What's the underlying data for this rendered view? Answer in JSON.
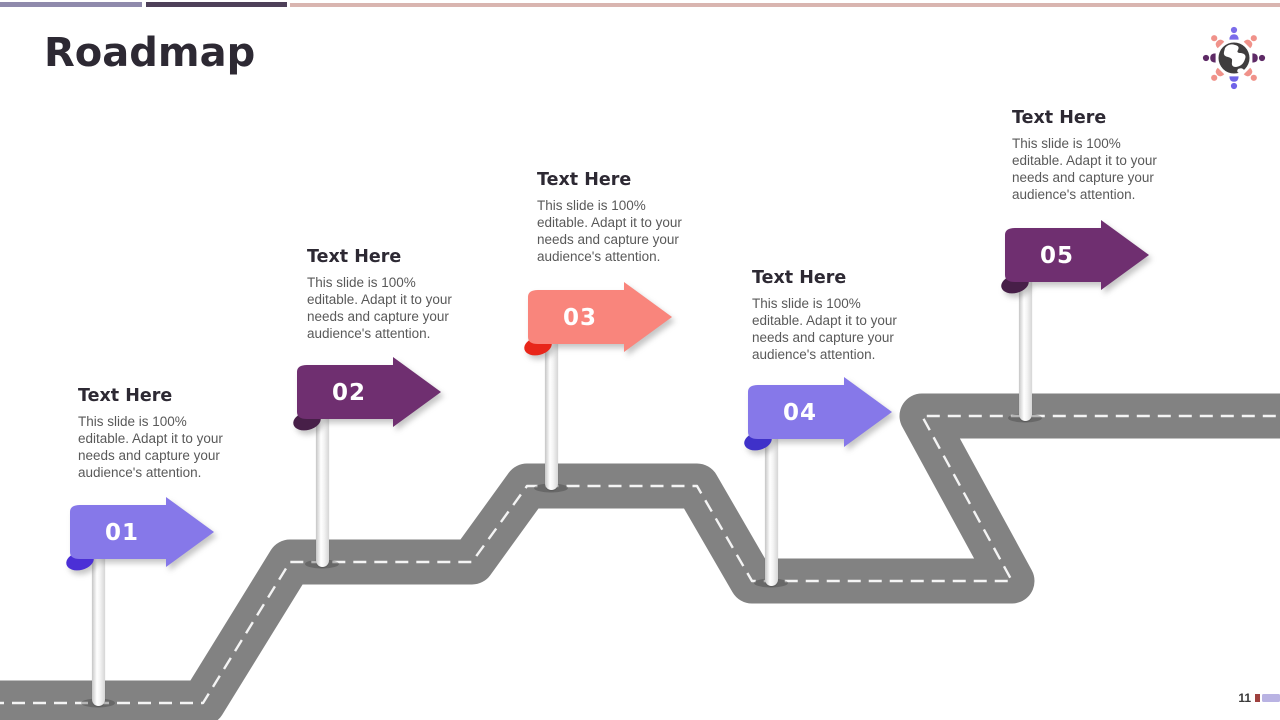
{
  "slide": {
    "title": "Roadmap"
  },
  "top_bars": [
    {
      "name": "muted-purple-bar",
      "color": "#8f8aac"
    },
    {
      "name": "dark-purple-bar",
      "color": "#4e4059"
    },
    {
      "name": "rose-bar",
      "color": "#d9b5b0"
    }
  ],
  "road": {
    "color": "#828282",
    "dash_color": "#f4f4f4"
  },
  "milestones": [
    {
      "number": "01",
      "heading": "Text Here",
      "body": "This slide is 100% editable. Adapt it to your needs and capture your audience's attention.",
      "color": "#8678E9",
      "curl_color": "#4B2FD6"
    },
    {
      "number": "02",
      "heading": "Text Here",
      "body": "This slide is 100% editable. Adapt it to your needs and capture your audience's attention.",
      "color": "#6F2F70",
      "curl_color": "#471F48"
    },
    {
      "number": "03",
      "heading": "Text Here",
      "body": "This slide is 100% editable. Adapt it to your needs and capture your audience's attention.",
      "color": "#F9857C",
      "curl_color": "#E8261A"
    },
    {
      "number": "04",
      "heading": "Text Here",
      "body": "This slide is 100% editable. Adapt it to your needs and capture your audience's attention.",
      "color": "#8678E9",
      "curl_color": "#3F31C9"
    },
    {
      "number": "05",
      "heading": "Text Here",
      "body": "This slide is 100% editable. Adapt it to your needs and capture your audience's attention.",
      "color": "#6F2F70",
      "curl_color": "#471F48"
    }
  ],
  "sign_number_color": "#ffffff",
  "footer": {
    "page_number": "11",
    "accent_colors": [
      "#9e403e",
      "#b9b3e3"
    ]
  },
  "logo": {
    "globe_color": "#3f3d3e",
    "person_colors": [
      "#7b6cea",
      "#f0928a",
      "#5e2a66",
      "#f0928a",
      "#6f63e8",
      "#f0928a",
      "#5e2a66",
      "#f0928a"
    ]
  }
}
